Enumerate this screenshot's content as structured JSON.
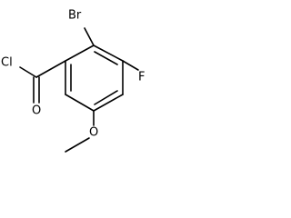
{
  "molecule": {
    "atoms": {
      "chlorine": "Cl",
      "oxygen_carbonyl": "O",
      "bromine": "Br",
      "fluorine": "F",
      "oxygen_methoxy": "O"
    },
    "colors": {
      "ink": "#000000",
      "background": "#ffffff"
    }
  }
}
